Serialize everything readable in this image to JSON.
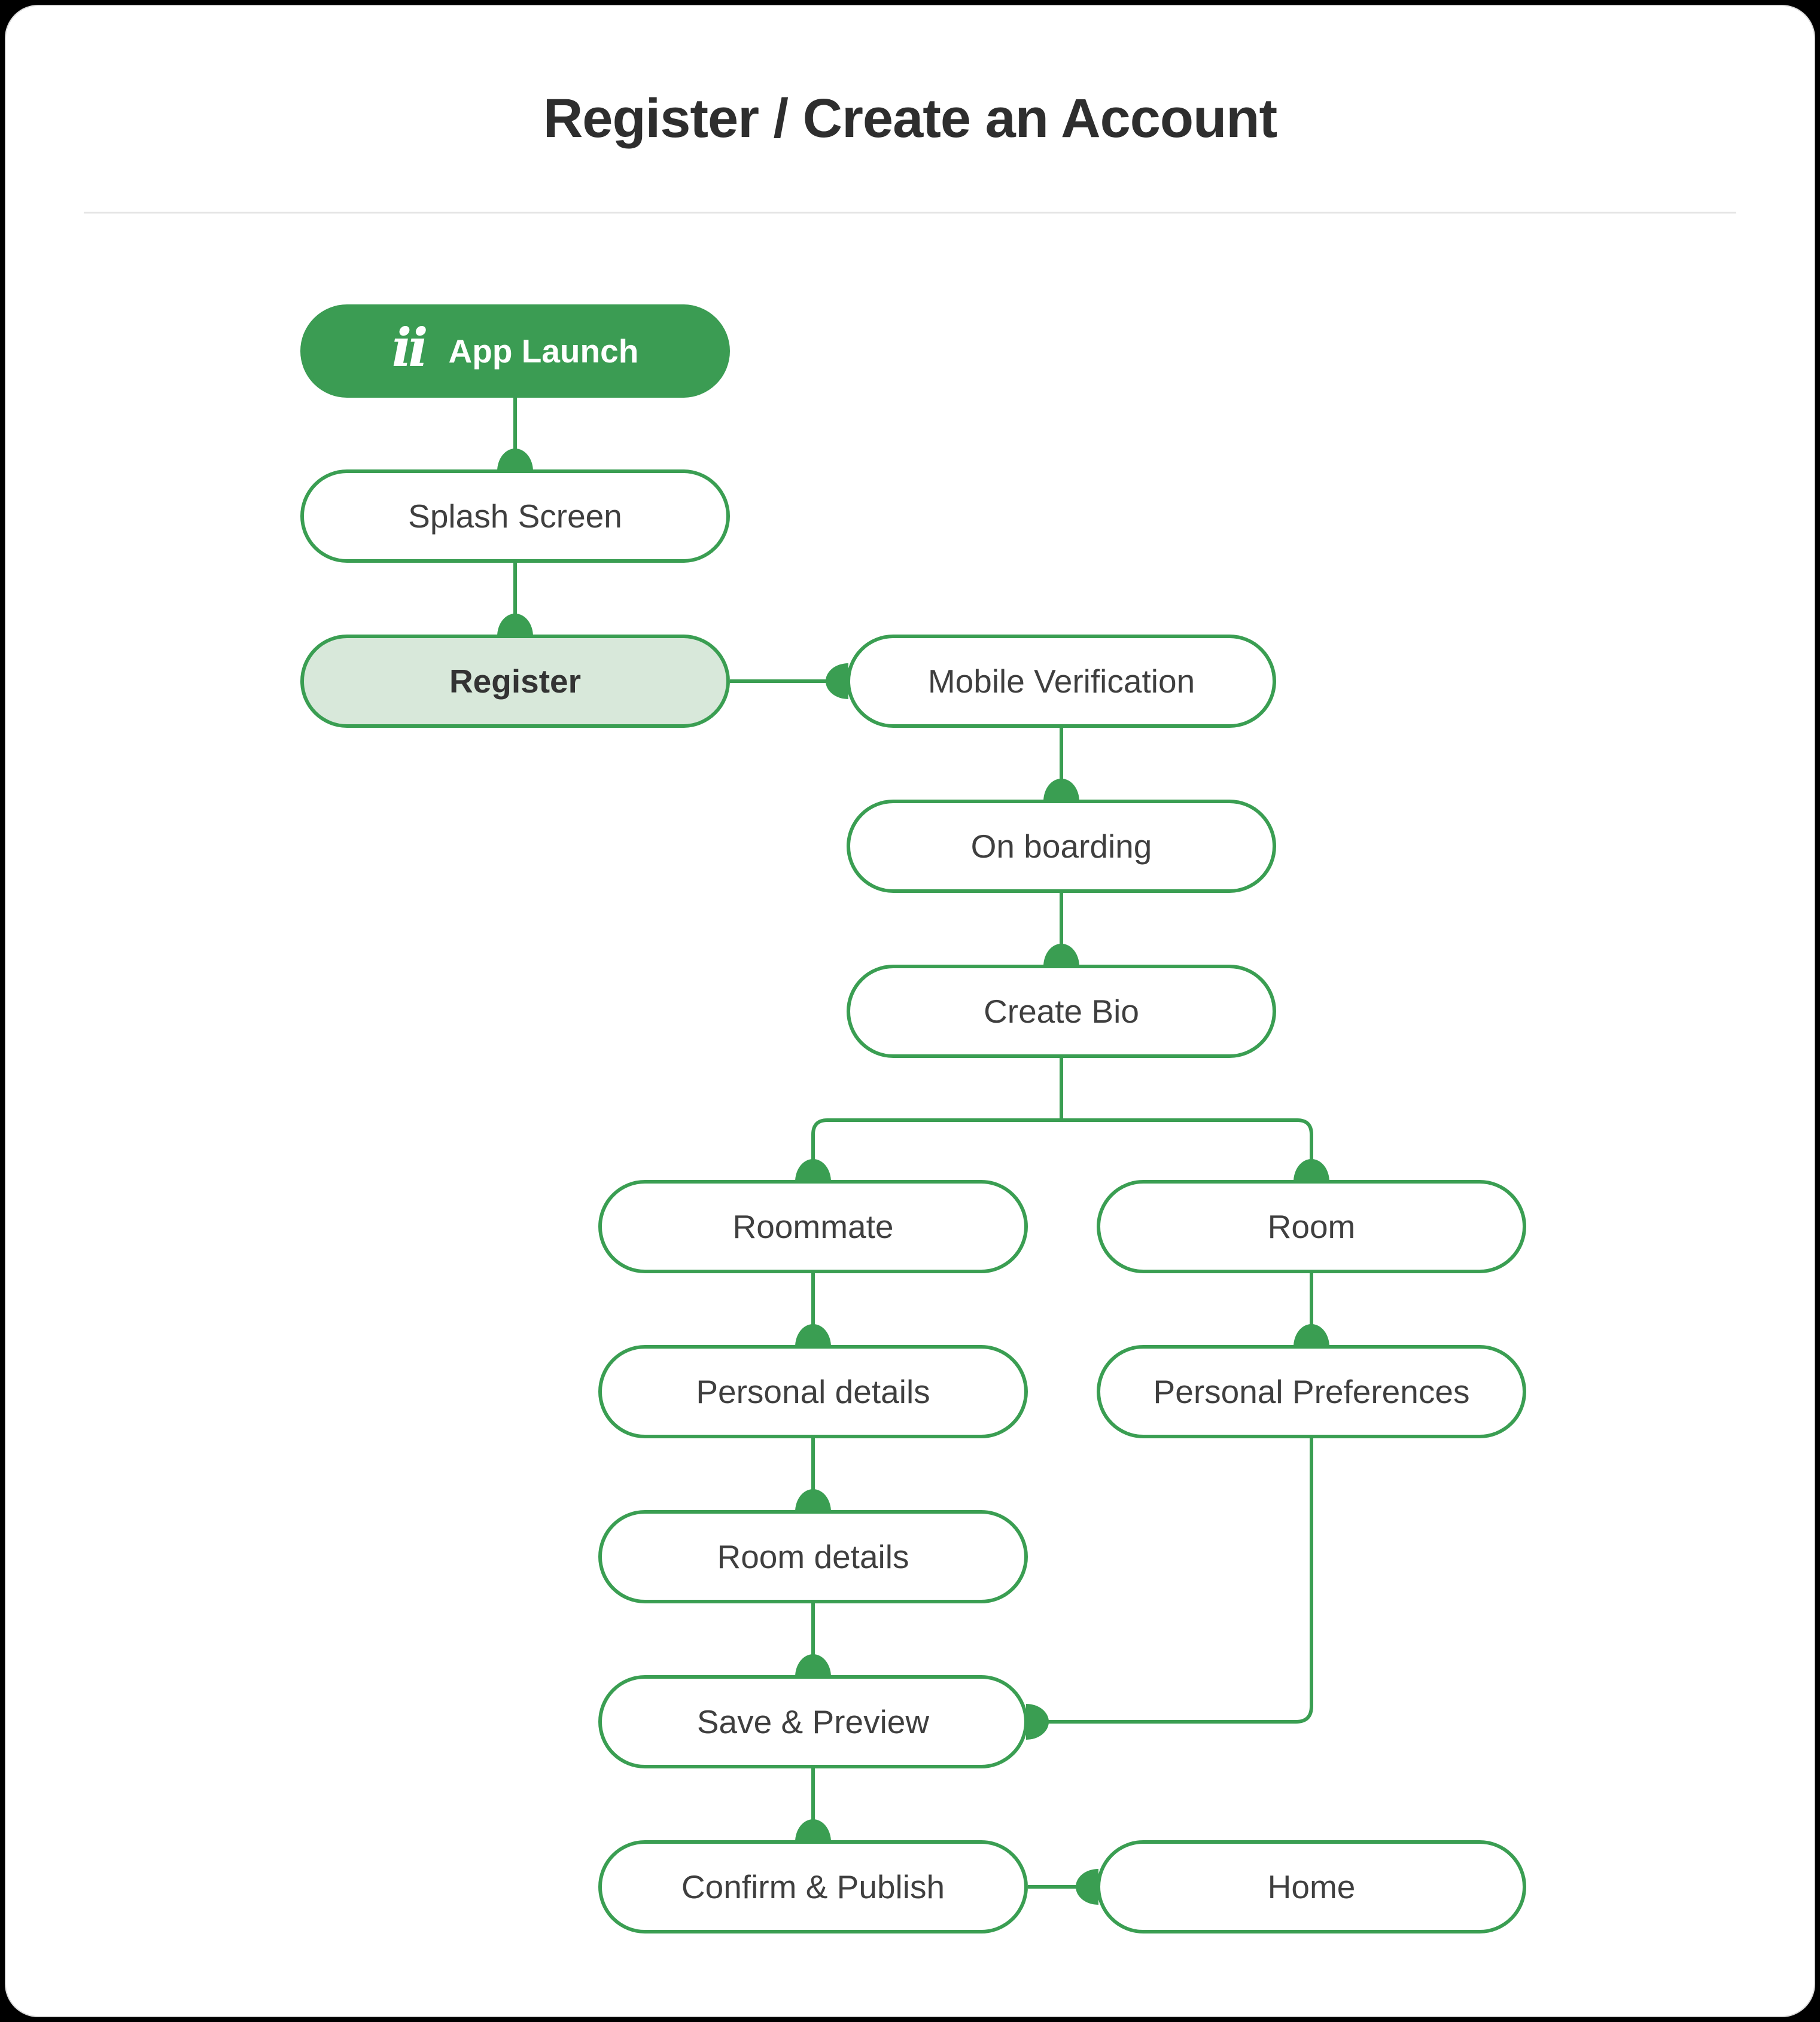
{
  "page": {
    "title": "Register / Create an Account"
  },
  "icon": {
    "app_logo": "ii"
  },
  "colors": {
    "green": "#3A9E52",
    "green_fill": "#3B9C53",
    "register_fill": "#D8E8DA",
    "text": "#3F3F3F",
    "title": "#2E2E2E",
    "divider": "#E4E4E4",
    "card_bg": "#FFFFFF",
    "page_bg": "#000000"
  },
  "nodes": {
    "app_launch": {
      "label": "App Launch",
      "style": "primary"
    },
    "splash": {
      "label": "Splash Screen",
      "style": "default"
    },
    "register": {
      "label": "Register",
      "style": "active"
    },
    "mobile_verification": {
      "label": "Mobile Verification",
      "style": "default"
    },
    "onboarding": {
      "label": "On boarding",
      "style": "default"
    },
    "create_bio": {
      "label": "Create Bio",
      "style": "default"
    },
    "roommate": {
      "label": "Roommate",
      "style": "default"
    },
    "room": {
      "label": "Room",
      "style": "default"
    },
    "personal_details": {
      "label": "Personal details",
      "style": "default"
    },
    "personal_preferences": {
      "label": "Personal Preferences",
      "style": "default"
    },
    "room_details": {
      "label": "Room details",
      "style": "default"
    },
    "save_preview": {
      "label": "Save & Preview",
      "style": "default"
    },
    "confirm_publish": {
      "label": "Confirm & Publish",
      "style": "default"
    },
    "home": {
      "label": "Home",
      "style": "default"
    }
  },
  "edges": [
    {
      "from": "app_launch",
      "to": "splash"
    },
    {
      "from": "splash",
      "to": "register"
    },
    {
      "from": "register",
      "to": "mobile_verification"
    },
    {
      "from": "mobile_verification",
      "to": "onboarding"
    },
    {
      "from": "onboarding",
      "to": "create_bio"
    },
    {
      "from": "create_bio",
      "to": "roommate"
    },
    {
      "from": "create_bio",
      "to": "room"
    },
    {
      "from": "roommate",
      "to": "personal_details"
    },
    {
      "from": "room",
      "to": "personal_preferences"
    },
    {
      "from": "personal_details",
      "to": "room_details"
    },
    {
      "from": "room_details",
      "to": "save_preview"
    },
    {
      "from": "personal_preferences",
      "to": "save_preview"
    },
    {
      "from": "save_preview",
      "to": "confirm_publish"
    },
    {
      "from": "confirm_publish",
      "to": "home"
    }
  ]
}
